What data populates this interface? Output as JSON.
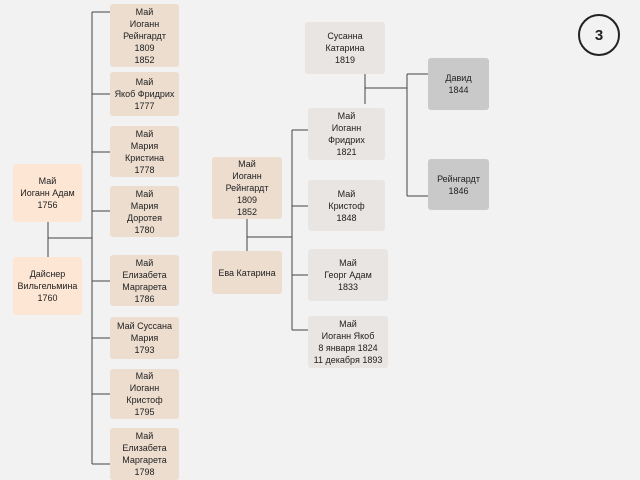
{
  "page_number": "3",
  "colors": {
    "parents": "#fde6d4",
    "children": "#ecddcf",
    "grandchildren": "#e9e5e3",
    "great_grandchildren": "#c9c9c9",
    "lines": "#444444"
  },
  "left_family": {
    "father": [
      "Май",
      "Иоганн Адам",
      "1756"
    ],
    "mother": [
      "Дайснер",
      "Вильгельмина",
      "1760"
    ],
    "children": [
      [
        "Май",
        "Иоганн",
        "Рейнгардт",
        "1809",
        "1852"
      ],
      [
        "Май",
        "Якоб Фридрих",
        "1777"
      ],
      [
        "Май",
        "Мария",
        "Кристина",
        "1778"
      ],
      [
        "Май",
        "Мария",
        "Доротея",
        "1780"
      ],
      [
        "Май",
        "Елизабета",
        "Маргарета",
        "1786"
      ],
      [
        "Май Суссана",
        "Мария",
        "1793"
      ],
      [
        "Май",
        "Иоганн",
        "Кристоф",
        "1795"
      ],
      [
        "Май",
        "Елизабета",
        "Маргарета",
        "1798"
      ]
    ]
  },
  "middle_family": {
    "father": [
      "Май",
      "Иоганн",
      "Рейнгардт",
      "1809",
      "1852"
    ],
    "mother": [
      "Ева Катарина"
    ],
    "children": [
      [
        "Май",
        "Иоганн",
        "Фридрих",
        "1821"
      ],
      [
        "Май",
        "Кристоф",
        "1848"
      ],
      [
        "Май",
        "Георг Адам",
        "1833"
      ],
      [
        "Май",
        "Иоганн Якоб",
        "8 января 1824",
        "11 декабря 1893"
      ]
    ]
  },
  "right_family": {
    "mother": [
      "Сусанна",
      "Катарина",
      "1819"
    ],
    "children": [
      [
        "Давид",
        "1844"
      ],
      [
        "Рейнгардт",
        "1846"
      ]
    ]
  }
}
